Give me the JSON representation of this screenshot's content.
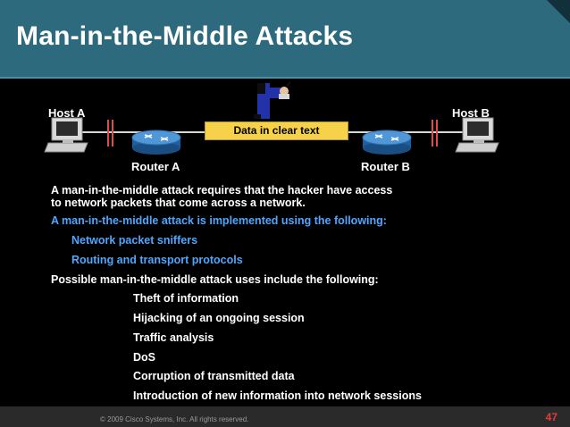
{
  "slide": {
    "title": "Man-in-the-Middle Attacks",
    "diagram": {
      "host_a": "Host A",
      "host_b": "Host B",
      "router_a": "Router A",
      "router_b": "Router B",
      "data_label": "Data in clear text",
      "icons": [
        "computer-icon",
        "router-icon",
        "hacker-icon"
      ]
    },
    "body": {
      "intro_line1": "A man-in-the-middle attack requires that the hacker have access",
      "intro_line2": "to network packets that come across a network.",
      "implemented_heading": "A man-in-the-middle attack is implemented using the following:",
      "implemented_items": [
        "Network packet sniffers",
        "Routing and transport protocols"
      ],
      "uses_heading": "Possible man-in-the-middle attack uses include the following:",
      "uses_items": [
        "Theft of information",
        "Hijacking of an ongoing session",
        "Traffic analysis",
        "DoS",
        "Corruption of transmitted data",
        "Introduction of new information into network sessions"
      ]
    },
    "footer": {
      "copyright": "© 2009 Cisco Systems, Inc. All rights reserved.",
      "page_number": "47"
    },
    "colors": {
      "header": "#2e6a7d",
      "highlight_text": "#4fa6ff",
      "label_box": "#f5d24a",
      "page_number": "#e33a3a"
    }
  }
}
